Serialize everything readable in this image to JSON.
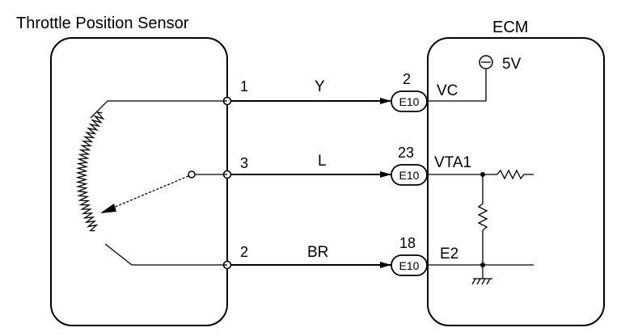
{
  "sensor": {
    "title": "Throttle Position Sensor",
    "pins": [
      "1",
      "3",
      "2"
    ]
  },
  "wires": [
    "Y",
    "L",
    "BR"
  ],
  "connectors": {
    "code": "E10",
    "pins": [
      "2",
      "23",
      "18"
    ]
  },
  "ecm": {
    "title": "ECM",
    "signals": [
      "VC",
      "VTA1",
      "E2"
    ],
    "supply": "5V"
  }
}
